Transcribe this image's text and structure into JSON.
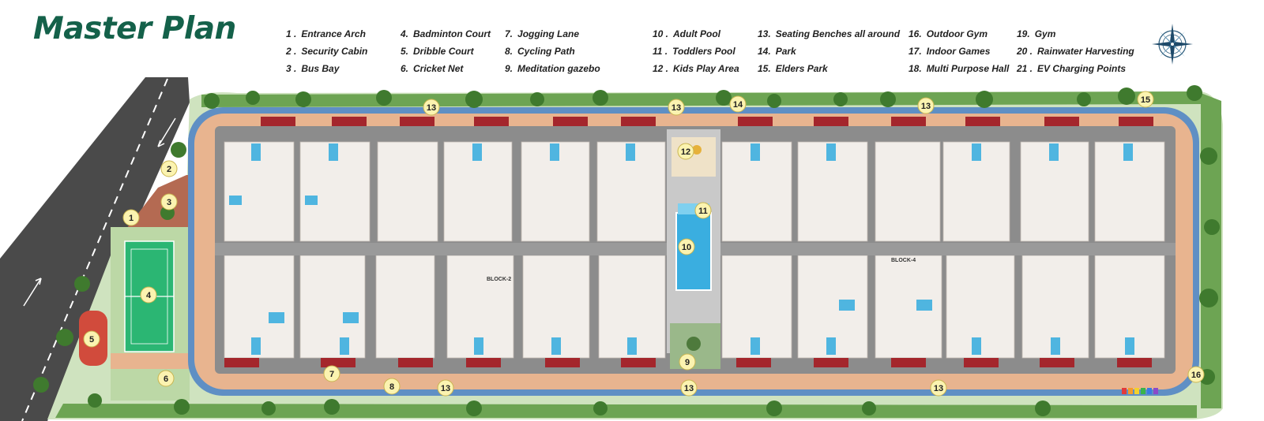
{
  "title": "Master Plan",
  "legend": [
    {
      "num": "1 .",
      "label": "Entrance Arch"
    },
    {
      "num": "2 .",
      "label": "Security Cabin"
    },
    {
      "num": "3 .",
      "label": "Bus Bay"
    },
    {
      "num": "4.",
      "label": "Badminton Court"
    },
    {
      "num": "5.",
      "label": "Dribble Court"
    },
    {
      "num": "6.",
      "label": "Cricket Net"
    },
    {
      "num": "7.",
      "label": "Jogging Lane"
    },
    {
      "num": "8.",
      "label": "Cycling Path"
    },
    {
      "num": "9.",
      "label": "Meditation gazebo"
    },
    {
      "num": "10 .",
      "label": "Adult Pool"
    },
    {
      "num": "11 .",
      "label": "Toddlers Pool"
    },
    {
      "num": "12 .",
      "label": "Kids Play Area"
    },
    {
      "num": "13.",
      "label": "Seating Benches all  around"
    },
    {
      "num": "14.",
      "label": "Park"
    },
    {
      "num": "15.",
      "label": "Elders Park"
    },
    {
      "num": "16.",
      "label": "Outdoor Gym"
    },
    {
      "num": "17.",
      "label": "Indoor Games"
    },
    {
      "num": "18.",
      "label": "Multi Purpose Hall"
    },
    {
      "num": "19.",
      "label": "Gym"
    },
    {
      "num": "20 .",
      "label": "Rainwater Harvesting"
    },
    {
      "num": "21 .",
      "label": "EV Charging Points"
    }
  ],
  "blocks": {
    "block2": "BLOCK-2",
    "block4": "BLOCK-4"
  },
  "markers": [
    "1",
    "2",
    "3",
    "4",
    "5",
    "6",
    "7",
    "8",
    "9",
    "10",
    "11",
    "12",
    "13",
    "13",
    "13",
    "13",
    "13",
    "13",
    "14",
    "15",
    "16"
  ],
  "compass_icon": "compass-rose-icon",
  "colors": {
    "title": "#14614a",
    "jogging_lane": "#e8b48f",
    "cycling_path": "#5f8fc4",
    "court": "#2bb673",
    "dribble_court": "#d14b3c",
    "pool": "#3aaee0",
    "road": "#4a4a4a",
    "greenery": "#4f8a3c"
  }
}
